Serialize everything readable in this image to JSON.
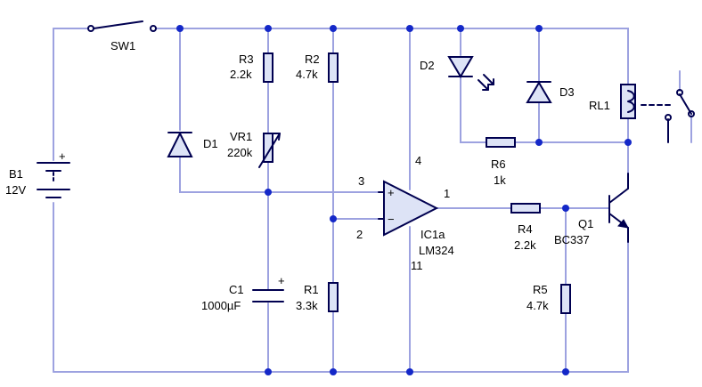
{
  "components": {
    "sw1": {
      "ref": "SW1"
    },
    "b1": {
      "ref": "B1",
      "value": "12V"
    },
    "d1": {
      "ref": "D1"
    },
    "r3": {
      "ref": "R3",
      "value": "2.2k"
    },
    "vr1": {
      "ref": "VR1",
      "value": "220k"
    },
    "r2": {
      "ref": "R2",
      "value": "4.7k"
    },
    "c1": {
      "ref": "C1",
      "value": "1000µF"
    },
    "r1": {
      "ref": "R1",
      "value": "3.3k"
    },
    "ic1a": {
      "ref": "IC1a",
      "value": "LM324"
    },
    "d2": {
      "ref": "D2"
    },
    "d3": {
      "ref": "D3"
    },
    "r6": {
      "ref": "R6",
      "value": "1k"
    },
    "r4": {
      "ref": "R4",
      "value": "2.2k"
    },
    "r5": {
      "ref": "R5",
      "value": "4.7k"
    },
    "q1": {
      "ref": "Q1",
      "value": "BC337"
    },
    "rl1": {
      "ref": "RL1"
    }
  },
  "pins": {
    "p1": "1",
    "p2": "2",
    "p3": "3",
    "p4": "4",
    "p11": "11"
  },
  "polarity": {
    "plus": "+",
    "minus": "−"
  },
  "colors": {
    "wire": "#9da2e0",
    "symbol": "#000050",
    "body_fill": "#dde3f6",
    "junction": "#1428c8"
  }
}
